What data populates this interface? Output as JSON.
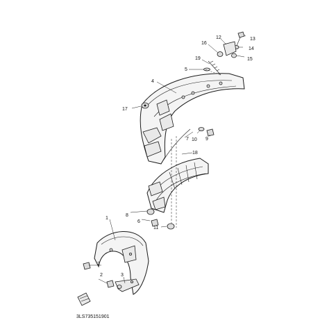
{
  "diagram": {
    "callouts": [
      {
        "id": "c1",
        "text": "1"
      },
      {
        "id": "c2a",
        "text": "2"
      },
      {
        "id": "c2b",
        "text": "2"
      },
      {
        "id": "c3",
        "text": "3"
      },
      {
        "id": "c4",
        "text": "4"
      },
      {
        "id": "c5",
        "text": "5"
      },
      {
        "id": "c6",
        "text": "6"
      },
      {
        "id": "c7",
        "text": "7"
      },
      {
        "id": "c8",
        "text": "8"
      },
      {
        "id": "c9",
        "text": "9"
      },
      {
        "id": "c10",
        "text": "10"
      },
      {
        "id": "c11",
        "text": "11"
      },
      {
        "id": "c12",
        "text": "12"
      },
      {
        "id": "c13",
        "text": "13"
      },
      {
        "id": "c14",
        "text": "14"
      },
      {
        "id": "c15",
        "text": "15"
      },
      {
        "id": "c16",
        "text": "16"
      },
      {
        "id": "c17",
        "text": "17"
      },
      {
        "id": "c18",
        "text": "18"
      },
      {
        "id": "c19",
        "text": "19"
      }
    ],
    "drawing_code": "3LS735151901",
    "colors": {
      "line": "#1a1a1a",
      "fill": "#f4f4f4",
      "background": "#ffffff"
    }
  }
}
